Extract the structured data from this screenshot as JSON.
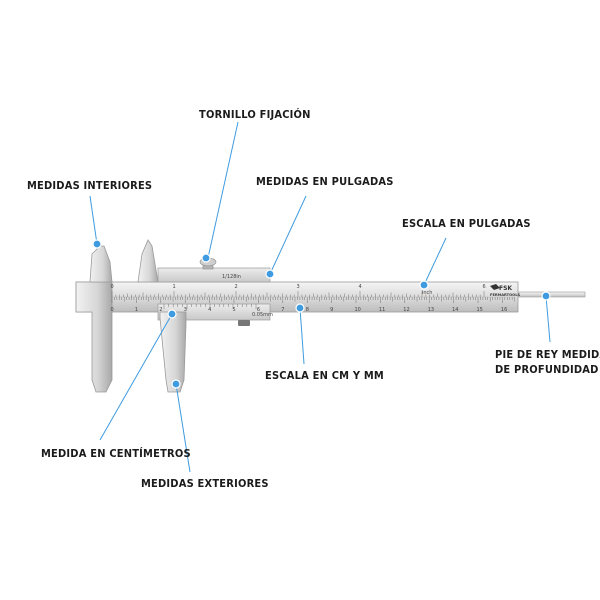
{
  "colors": {
    "callout": "#3f9be0",
    "steel_light": "#e8e8e8",
    "steel_dark": "#a9a9a9",
    "text": "#1b1b1b"
  },
  "labels": {
    "tornillo": "TORNILLO FIJACIÓN",
    "interiores": "MEDIDAS INTERIORES",
    "pulgadas": "MEDIDAS EN PULGADAS",
    "escala_pulgadas": "ESCALA EN PULGADAS",
    "profundidad_1": "PIE DE REY MEDIDAS",
    "profundidad_2": "DE PROFUNDIDAD",
    "escala_cm": "ESCALA EN CM Y MM",
    "centimetros": "MEDIDA EN CENTÍMETROS",
    "exteriores": "MEDIDAS EXTERIORES"
  },
  "caliper": {
    "brand": "FSK",
    "brand_sub": "FERMARTOOLS",
    "vernier_top": "1/128in",
    "vernier_bottom": "0.05mm",
    "main_scale_numbers": [
      "0",
      "1",
      "2",
      "3",
      "4",
      "5",
      "6",
      "7",
      "8",
      "9",
      "10",
      "11",
      "12",
      "13",
      "14",
      "15",
      "16"
    ],
    "inch_scale_numbers": [
      "0",
      "1",
      "2",
      "3",
      "4",
      "5",
      "6"
    ],
    "inch_unit": "inch"
  }
}
